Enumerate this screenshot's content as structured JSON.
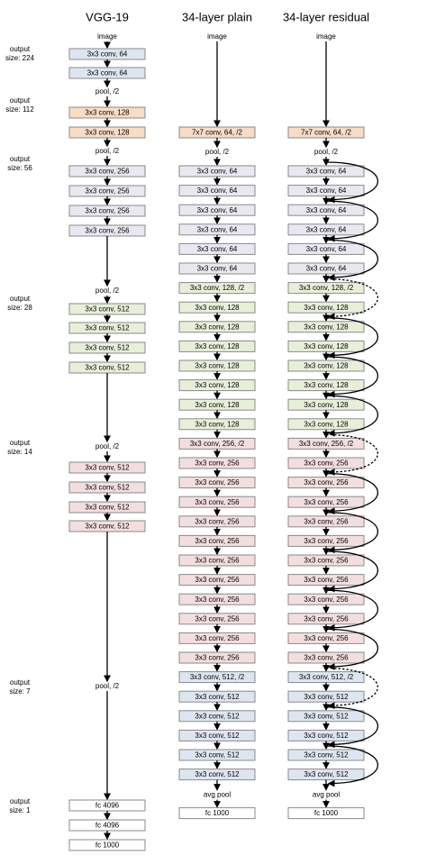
{
  "colors": {
    "conv64": "#dde6f0",
    "conv128": "#f7dcc6",
    "conv256": "#e9e8f1",
    "conv512": "#f3dedf",
    "green": "#e7efd9",
    "fc": "#ffffff",
    "border": "#8a8a8a",
    "arrow": "#000000"
  },
  "columns": [
    {
      "title": "VGG-19",
      "top_text": "image",
      "stages": [
        [
          {
            "text": "3x3 conv, 64",
            "color": "conv64"
          },
          {
            "text": "3x3 conv, 64",
            "color": "conv64"
          }
        ],
        [
          {
            "text": "pool, /2",
            "color": "text"
          },
          {
            "text": "3x3 conv, 128",
            "color": "conv128"
          },
          {
            "text": "3x3 conv, 128",
            "color": "conv128"
          }
        ],
        [
          {
            "text": "pool, /2",
            "color": "text"
          },
          {
            "text": "3x3 conv, 256",
            "color": "conv256"
          },
          {
            "text": "3x3 conv, 256",
            "color": "conv256"
          },
          {
            "text": "3x3 conv, 256",
            "color": "conv256"
          },
          {
            "text": "3x3 conv, 256",
            "color": "conv256"
          }
        ],
        [
          {
            "text": "pool, /2",
            "color": "text"
          },
          {
            "text": "3x3 conv, 512",
            "color": "green"
          },
          {
            "text": "3x3 conv, 512",
            "color": "green"
          },
          {
            "text": "3x3 conv, 512",
            "color": "green"
          },
          {
            "text": "3x3 conv, 512",
            "color": "green"
          }
        ],
        [
          {
            "text": "pool, /2",
            "color": "text"
          },
          {
            "text": "3x3 conv, 512",
            "color": "conv512"
          },
          {
            "text": "3x3 conv, 512",
            "color": "conv512"
          },
          {
            "text": "3x3 conv, 512",
            "color": "conv512"
          },
          {
            "text": "3x3 conv, 512",
            "color": "conv512"
          }
        ],
        [
          {
            "text": "pool, /2",
            "color": "text"
          }
        ],
        [
          {
            "text": "fc 4096",
            "color": "fc"
          },
          {
            "text": "fc 4096",
            "color": "fc"
          },
          {
            "text": "fc 1000",
            "color": "fc"
          }
        ]
      ]
    },
    {
      "title": "34-layer plain",
      "top_text": "image",
      "first": {
        "text": "7x7 conv, 64, /2",
        "color": "conv128"
      },
      "pool": "pool, /2",
      "groups": [
        {
          "text": "3x3 conv, 64",
          "first": "3x3 conv, 64",
          "count": 6,
          "color": "conv256"
        },
        {
          "text": "3x3 conv, 128",
          "first": "3x3 conv, 128, /2",
          "count": 8,
          "color": "green"
        },
        {
          "text": "3x3 conv, 256",
          "first": "3x3 conv, 256, /2",
          "count": 12,
          "color": "conv512"
        },
        {
          "text": "3x3 conv, 512",
          "first": "3x3 conv, 512, /2",
          "count": 6,
          "color": "conv64"
        }
      ],
      "end": [
        {
          "text": "avg pool",
          "color": "text"
        },
        {
          "text": "fc 1000",
          "color": "fc"
        }
      ]
    },
    {
      "title": "34-layer residual",
      "top_text": "image",
      "first": {
        "text": "7x7 conv, 64, /2",
        "color": "conv128"
      },
      "pool": "pool, /2",
      "groups": [
        {
          "text": "3x3 conv, 64",
          "first": "3x3 conv, 64",
          "count": 6,
          "color": "conv256"
        },
        {
          "text": "3x3 conv, 128",
          "first": "3x3 conv, 128, /2",
          "count": 8,
          "color": "green"
        },
        {
          "text": "3x3 conv, 256",
          "first": "3x3 conv, 256, /2",
          "count": 12,
          "color": "conv512"
        },
        {
          "text": "3x3 conv, 512",
          "first": "3x3 conv, 512, /2",
          "count": 6,
          "color": "conv64"
        }
      ],
      "end": [
        {
          "text": "avg pool",
          "color": "text"
        },
        {
          "text": "fc 1000",
          "color": "fc"
        }
      ]
    }
  ],
  "output_labels": [
    {
      "line1": "output",
      "line2": "size: 224"
    },
    {
      "line1": "output",
      "line2": "size: 112"
    },
    {
      "line1": "output",
      "line2": "size: 56"
    },
    {
      "line1": "output",
      "line2": "size: 28"
    },
    {
      "line1": "output",
      "line2": "size: 14"
    },
    {
      "line1": "output",
      "line2": "size: 7"
    },
    {
      "line1": "output",
      "line2": "size: 1"
    }
  ]
}
